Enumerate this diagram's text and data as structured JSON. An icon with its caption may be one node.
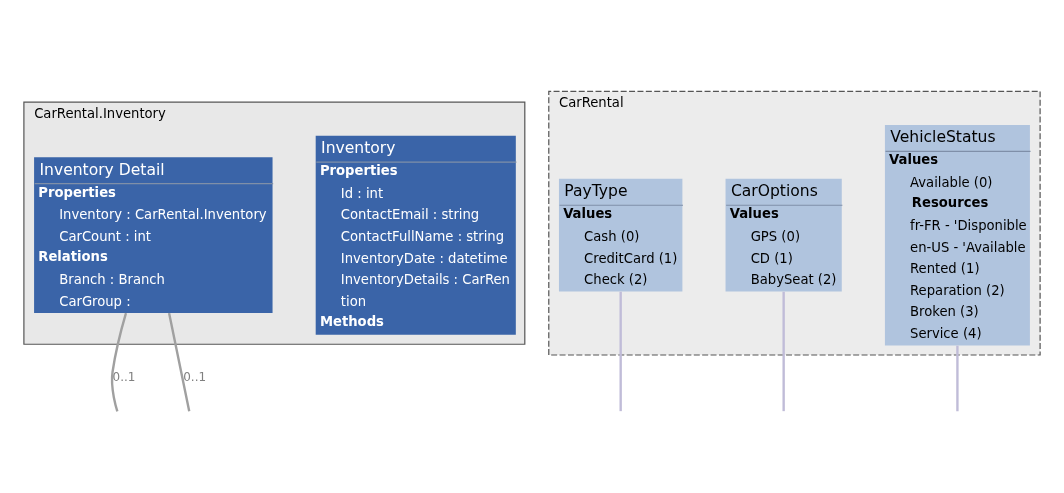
{
  "diagram": {
    "nodes": [
      {
        "text": [
          "CarRental.Inventory"
        ]
      },
      {
        "text": [
          "Inventory",
          "Properties",
          "Id : int",
          "ContactEmail : string",
          "ContactFullName : string",
          "InventoryDate : datetime",
          "InventoryDetails : CarRen",
          "tion",
          "Methods"
        ],
        "in": 0
      },
      {
        "text": [
          "Inventory Detail",
          "Properties",
          "Inventory : CarRental.Inventory",
          "CarCount : int",
          "Relations",
          "Branch : Branch",
          "CarGroup :"
        ],
        "in": 0
      },
      {
        "text": [
          "CarRental"
        ]
      },
      {
        "text": [
          "PayType",
          "Values",
          "Cash (0)",
          "CreditCard (1)",
          "Check (2)"
        ],
        "in": 3
      },
      {
        "text": [
          "CarOptions",
          "Values",
          "GPS (0)",
          "CD (1)",
          "BabySeat (2)"
        ],
        "in": 3
      },
      {
        "text": [
          "VehicleStatus",
          "Values",
          "Available (0)",
          "Resources",
          "fr-FR - 'Disponible",
          "en-US - 'Available",
          "Rented (1)",
          "Reparation (2)",
          "Broken (3)",
          "Service (4)"
        ],
        "in": 3
      }
    ],
    "edges": [
      {
        "from": 2,
        "to": null,
        "arrow": "none",
        "label": "0..1",
        "color": "#a0a0a0"
      },
      {
        "from": 2,
        "to": null,
        "arrow": "none",
        "label": "0..1",
        "color": "#a0a0a0"
      },
      {
        "from": 4,
        "to": null,
        "arrow": "none"
      },
      {
        "from": 5,
        "to": null,
        "arrow": "none"
      },
      {
        "from": 6,
        "to": null,
        "arrow": "none"
      }
    ]
  }
}
